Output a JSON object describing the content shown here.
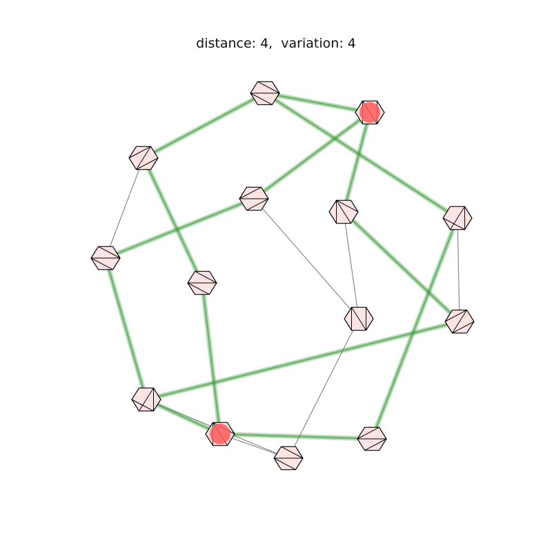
{
  "title": "distance: 4,  variation: 4",
  "colors": {
    "node_fill": "#fde4e4",
    "node_stroke": "#000000",
    "highlight_fill": "#ff5a5a",
    "path_color": "#3a9a3a",
    "edge_color": "#8a8a8a"
  },
  "graph": {
    "nodes": [
      {
        "id": "n1",
        "highlighted": false
      },
      {
        "id": "n2",
        "highlighted": true
      },
      {
        "id": "n3",
        "highlighted": false
      },
      {
        "id": "n4",
        "highlighted": false
      },
      {
        "id": "n5",
        "highlighted": false
      },
      {
        "id": "n6",
        "highlighted": false
      },
      {
        "id": "n7",
        "highlighted": false
      },
      {
        "id": "n8",
        "highlighted": false
      },
      {
        "id": "n9",
        "highlighted": false
      },
      {
        "id": "n10",
        "highlighted": false
      },
      {
        "id": "n11",
        "highlighted": false
      },
      {
        "id": "n12",
        "highlighted": true
      },
      {
        "id": "n13",
        "highlighted": false
      },
      {
        "id": "n14",
        "highlighted": false
      }
    ],
    "edges": [
      {
        "from": "n1",
        "to": "n2",
        "path": true
      },
      {
        "from": "n1",
        "to": "n3",
        "path": true
      },
      {
        "from": "n1",
        "to": "n6",
        "path": true
      },
      {
        "from": "n2",
        "to": "n4",
        "path": true
      },
      {
        "from": "n2",
        "to": "n5",
        "path": true
      },
      {
        "from": "n3",
        "to": "n7",
        "path": false
      },
      {
        "from": "n3",
        "to": "n8",
        "path": true
      },
      {
        "from": "n4",
        "to": "n9",
        "path": false
      },
      {
        "from": "n4",
        "to": "n7",
        "path": true
      },
      {
        "from": "n5",
        "to": "n10",
        "path": true
      },
      {
        "from": "n5",
        "to": "n9",
        "path": false
      },
      {
        "from": "n6",
        "to": "n11",
        "path": true
      },
      {
        "from": "n6",
        "to": "n10",
        "path": false
      },
      {
        "from": "n7",
        "to": "n13",
        "path": true
      },
      {
        "from": "n8",
        "to": "n12",
        "path": true
      },
      {
        "from": "n9",
        "to": "n14",
        "path": false
      },
      {
        "from": "n10",
        "to": "n13",
        "path": true
      },
      {
        "from": "n11",
        "to": "n12",
        "path": true
      },
      {
        "from": "n12",
        "to": "n13",
        "path": true
      },
      {
        "from": "n12",
        "to": "n14",
        "path": false
      },
      {
        "from": "n13",
        "to": "n14",
        "path": false
      }
    ]
  }
}
